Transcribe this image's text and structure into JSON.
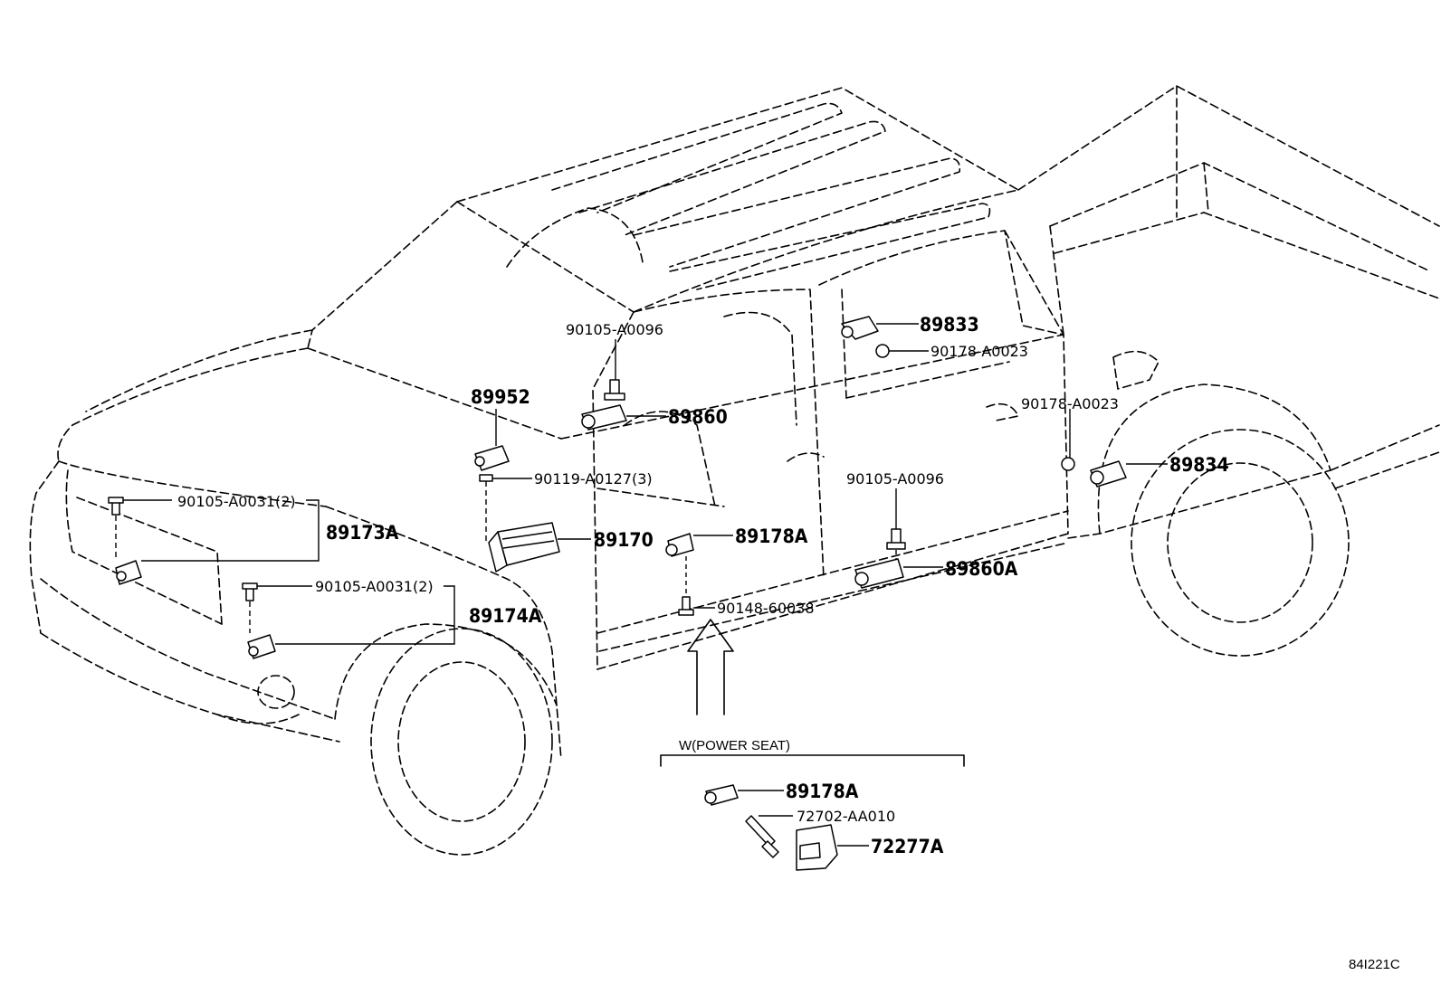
{
  "diagram_id": "84I221C",
  "power_seat_group": {
    "title": "W(POWER SEAT)",
    "parts": [
      "89178A",
      "72702-AA010",
      "72277A"
    ]
  },
  "labels": {
    "p89833": "89833",
    "p90178_top": "90178-A0023",
    "p90105_top": "90105-A0096",
    "p89952": "89952",
    "p89860": "89860",
    "p90178_right": "90178-A0023",
    "p89834": "89834",
    "p90119": "90119-A0127(3)",
    "p90105_mid": "90105-A0096",
    "p90105_left1": "90105-A0031(2)",
    "p89173A": "89173A",
    "p89170": "89170",
    "p89178A": "89178A",
    "p89860A": "89860A",
    "p90105_left2": "90105-A0031(2)",
    "p89174A": "89174A",
    "p90148": "90148-60038",
    "ps_89178A": "89178A",
    "ps_72702": "72702-AA010",
    "ps_72277A": "72277A"
  }
}
